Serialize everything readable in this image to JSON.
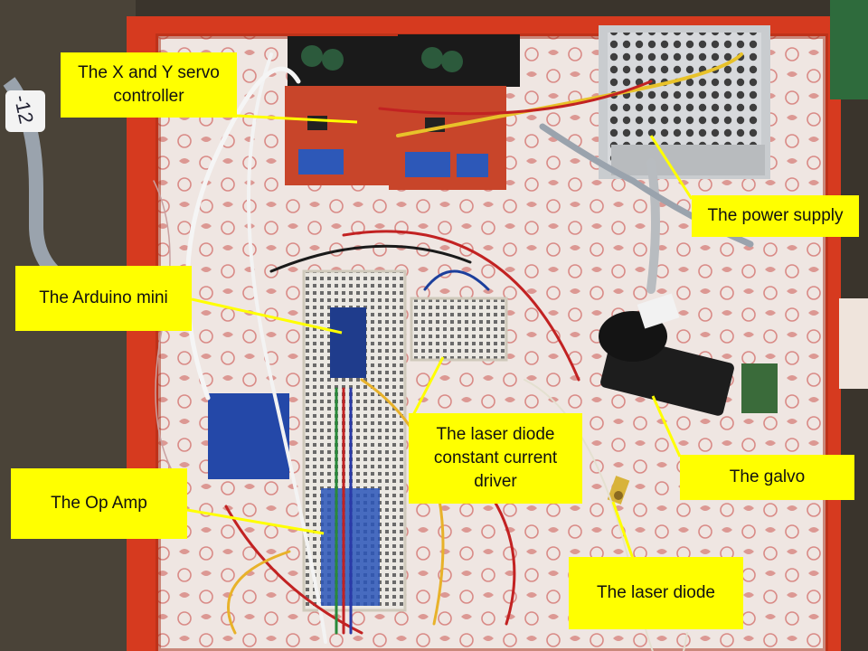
{
  "callouts": {
    "servo_controller": "The X and Y servo controller",
    "power_supply": "The power supply",
    "arduino_mini": "The Arduino mini",
    "laser_driver": "The laser diode constant current driver",
    "galvo": "The galvo",
    "op_amp": "The Op Amp",
    "laser_diode": "The laser diode"
  },
  "cable_tag": "-12",
  "colors": {
    "callout_fill": "#ffff00",
    "box_red": "#d63a1f",
    "pcb_red": "#c8452a",
    "breadboard": "#ece7da",
    "arduino_blue": "#1f3c8c"
  }
}
